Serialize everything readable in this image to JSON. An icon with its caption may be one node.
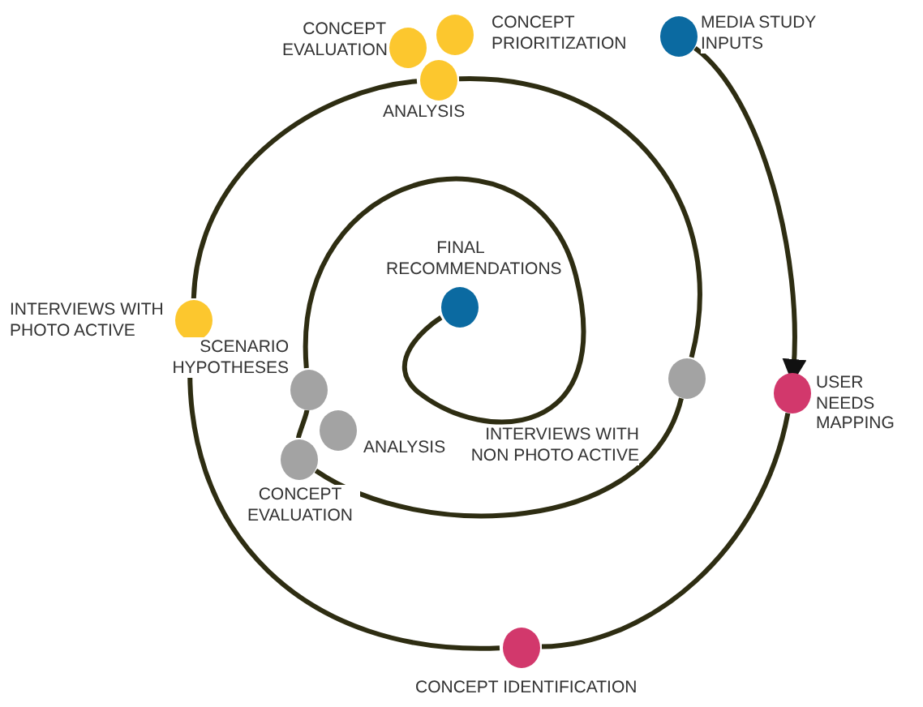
{
  "diagram": {
    "nodes": [
      {
        "text": [],
        "shape": "circle",
        "beside": [
          "CONCEPT EVALUATION"
        ]
      },
      {
        "text": [],
        "shape": "circle",
        "beside": [
          "CONCEPT PRIORITIZATION"
        ]
      },
      {
        "text": [],
        "shape": "circle",
        "beside": [
          "ANALYSIS"
        ]
      },
      {
        "text": [],
        "shape": "circle",
        "beside": [
          "MEDIA STUDY INPUTS"
        ]
      },
      {
        "text": [],
        "shape": "circle",
        "beside": [
          "FINAL RECOMMENDATIONS"
        ]
      },
      {
        "text": [],
        "shape": "circle",
        "beside": [
          "INTERVIEWS WITH PHOTO ACTIVE"
        ]
      },
      {
        "text": [],
        "shape": "circle",
        "beside": [
          "SCENARIO HYPOTHESES"
        ]
      },
      {
        "text": [],
        "shape": "circle",
        "beside": [
          "INTERVIEWS WITH NON PHOTO ACTIVE"
        ]
      },
      {
        "text": [],
        "shape": "circle",
        "beside": [
          "USER NEEDS MAPPING"
        ]
      },
      {
        "text": [],
        "shape": "circle",
        "beside": [
          "ANALYSIS"
        ]
      },
      {
        "text": [],
        "shape": "circle",
        "beside": [
          "CONCEPT EVALUATION"
        ]
      },
      {
        "text": [],
        "shape": "circle",
        "beside": [
          "CONCEPT IDENTIFICATION"
        ]
      }
    ],
    "edges": [
      {
        "from": 3,
        "to": 8,
        "arrow": "to"
      },
      {
        "from": 8,
        "to": 11,
        "arrow": "none"
      },
      {
        "from": 11,
        "to": 5,
        "arrow": "none"
      },
      {
        "from": 5,
        "to": 2,
        "arrow": "none"
      },
      {
        "from": 2,
        "to": 7,
        "arrow": "none"
      },
      {
        "from": 7,
        "to": 10,
        "arrow": "none"
      },
      {
        "from": 10,
        "to": 6,
        "arrow": "none"
      },
      {
        "from": 6,
        "to": 4,
        "arrow": "none"
      }
    ]
  }
}
